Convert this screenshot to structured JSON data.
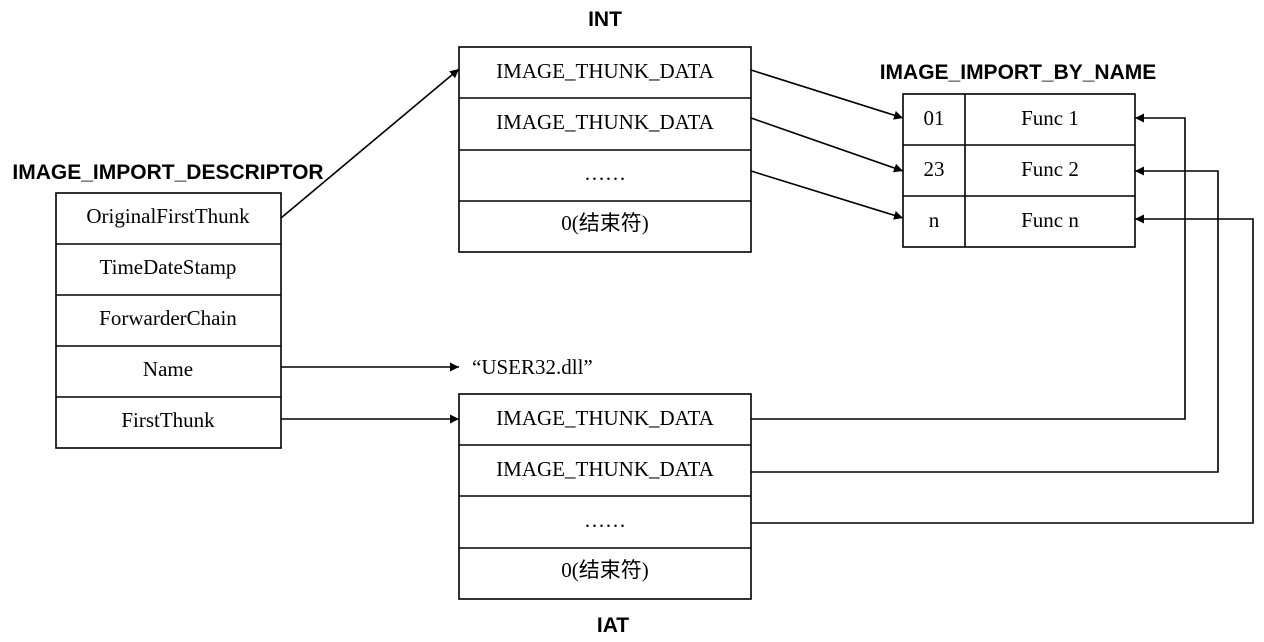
{
  "labels": {
    "descriptor": "IMAGE_IMPORT_DESCRIPTOR",
    "int": "INT",
    "import_by_name": "IMAGE_IMPORT_BY_NAME",
    "iat": "IAT"
  },
  "descriptor_fields": [
    "OriginalFirstThunk",
    "TimeDateStamp",
    "ForwarderChain",
    "Name",
    "FirstThunk"
  ],
  "int_rows": [
    "IMAGE_THUNK_DATA",
    "IMAGE_THUNK_DATA",
    "……",
    "0(结束符)"
  ],
  "iat_rows": [
    "IMAGE_THUNK_DATA",
    "IMAGE_THUNK_DATA",
    "……",
    "0(结束符)"
  ],
  "import_by_name_rows": [
    {
      "hint": "01",
      "name": "Func 1"
    },
    {
      "hint": "23",
      "name": "Func 2"
    },
    {
      "hint": "n",
      "name": "Func n"
    }
  ],
  "dll_name": "“USER32.dll”"
}
